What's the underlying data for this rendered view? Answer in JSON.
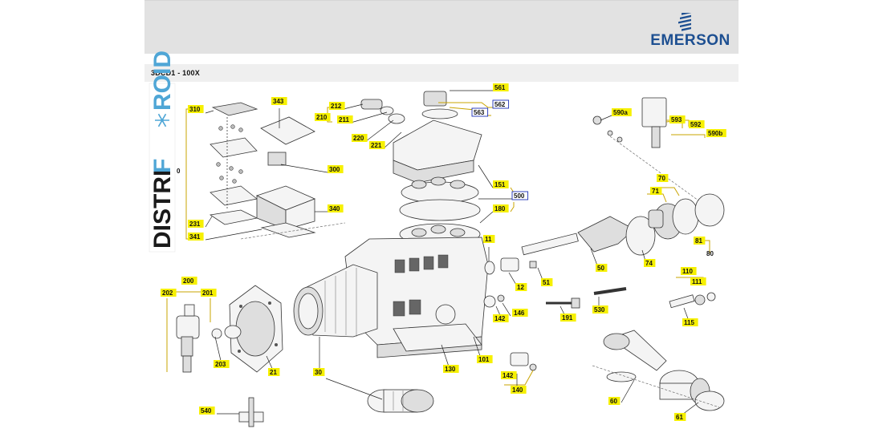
{
  "header": {
    "brand": "EMERSON",
    "logo_icon": "emerson-logo-icon"
  },
  "model": {
    "title": "3DCD1 - 100X"
  },
  "side_brand": {
    "left_text": "DISTRI",
    "right_text": "ROID",
    "icon": "snowflake-icon",
    "color_left": "#1a1a1a",
    "color_right": "#4fa6d6"
  },
  "colors": {
    "label_fill": "#f6f000",
    "highlight_border": "#1c2fb5",
    "brand_blue": "#1d4f91"
  },
  "labels": [
    {
      "id": "310",
      "style": "yellow"
    },
    {
      "id": "0",
      "style": "plain"
    },
    {
      "id": "231",
      "style": "yellow"
    },
    {
      "id": "341",
      "style": "yellow"
    },
    {
      "id": "343",
      "style": "yellow"
    },
    {
      "id": "300",
      "style": "yellow"
    },
    {
      "id": "340",
      "style": "yellow"
    },
    {
      "id": "212",
      "style": "yellow"
    },
    {
      "id": "210",
      "style": "yellow"
    },
    {
      "id": "211",
      "style": "yellow"
    },
    {
      "id": "220",
      "style": "yellow"
    },
    {
      "id": "221",
      "style": "yellow"
    },
    {
      "id": "561",
      "style": "yellow"
    },
    {
      "id": "562",
      "style": "blue"
    },
    {
      "id": "563",
      "style": "blue"
    },
    {
      "id": "151",
      "style": "yellow"
    },
    {
      "id": "500",
      "style": "blue"
    },
    {
      "id": "180",
      "style": "yellow"
    },
    {
      "id": "590a",
      "style": "yellow"
    },
    {
      "id": "593",
      "style": "yellow"
    },
    {
      "id": "592",
      "style": "yellow"
    },
    {
      "id": "590b",
      "style": "yellow"
    },
    {
      "id": "70",
      "style": "yellow"
    },
    {
      "id": "71",
      "style": "yellow"
    },
    {
      "id": "81",
      "style": "yellow"
    },
    {
      "id": "80",
      "style": "plain"
    },
    {
      "id": "11",
      "style": "yellow"
    },
    {
      "id": "12",
      "style": "yellow"
    },
    {
      "id": "51",
      "style": "yellow"
    },
    {
      "id": "50",
      "style": "yellow"
    },
    {
      "id": "74",
      "style": "yellow"
    },
    {
      "id": "110",
      "style": "yellow"
    },
    {
      "id": "111",
      "style": "yellow"
    },
    {
      "id": "115",
      "style": "yellow"
    },
    {
      "id": "200",
      "style": "yellow"
    },
    {
      "id": "202",
      "style": "yellow"
    },
    {
      "id": "201",
      "style": "yellow"
    },
    {
      "id": "203",
      "style": "yellow"
    },
    {
      "id": "21",
      "style": "yellow"
    },
    {
      "id": "30",
      "style": "yellow"
    },
    {
      "id": "130",
      "style": "yellow"
    },
    {
      "id": "101",
      "style": "yellow"
    },
    {
      "id": "142",
      "style": "yellow"
    },
    {
      "id": "146",
      "style": "yellow"
    },
    {
      "id": "191",
      "style": "yellow"
    },
    {
      "id": "530",
      "style": "yellow"
    },
    {
      "id": "142b",
      "text": "142",
      "style": "yellow"
    },
    {
      "id": "140",
      "style": "yellow"
    },
    {
      "id": "60",
      "style": "yellow"
    },
    {
      "id": "61",
      "style": "yellow"
    },
    {
      "id": "540",
      "style": "yellow"
    }
  ]
}
